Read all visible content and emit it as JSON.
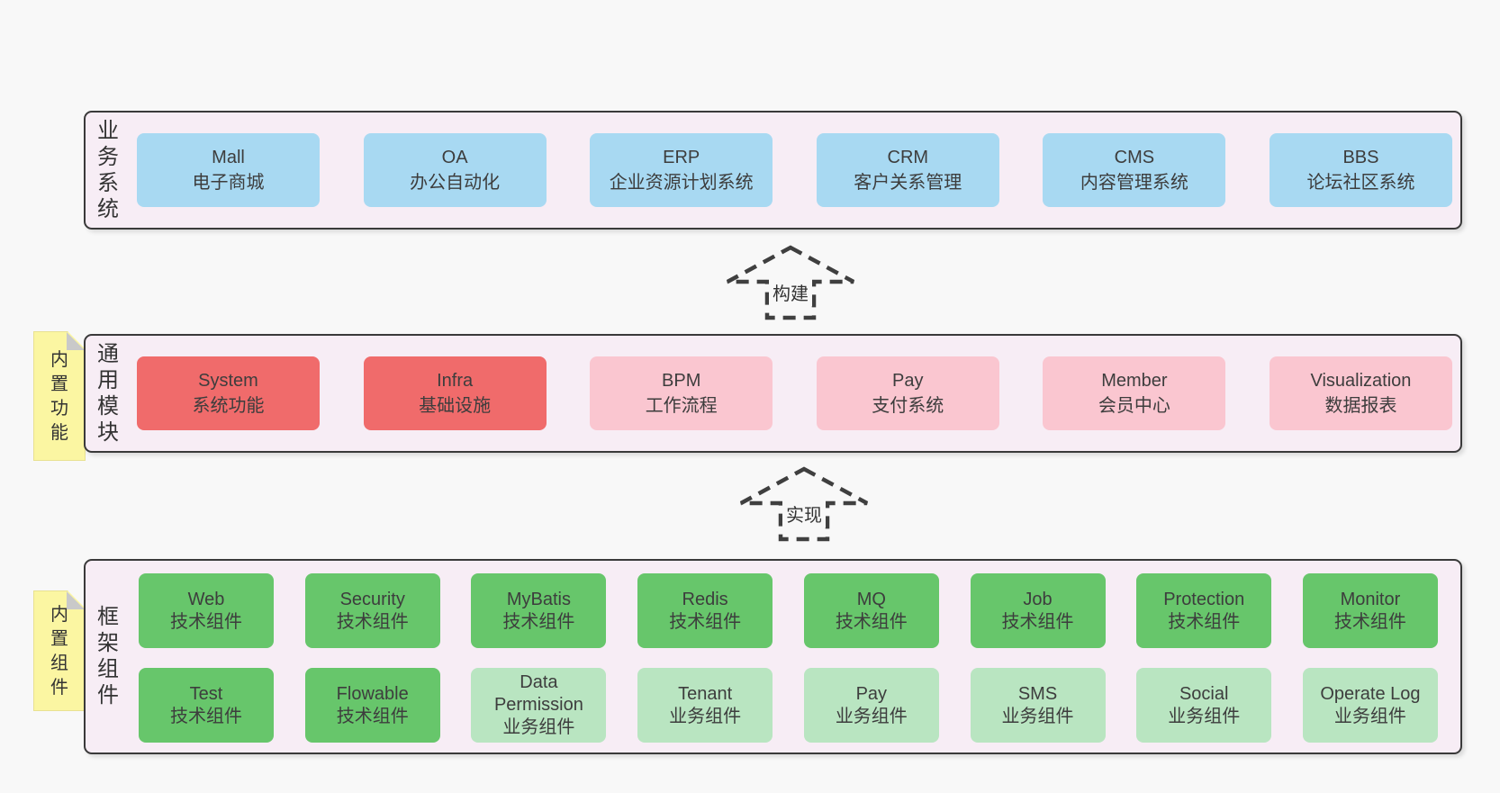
{
  "colors": {
    "page_bg": "#f8f8f8",
    "band_bg": "#f7edf5",
    "band_border": "#3a3a3a",
    "blue": "#a8d9f2",
    "red": "#f06b6b",
    "pink": "#fac6d0",
    "green": "#67c66b",
    "lightgreen": "#b9e5c1",
    "note_bg": "#fbf6a2",
    "note_fold": "#c9c9c9",
    "text": "#3d3d3d"
  },
  "arrows": [
    {
      "label": "构建"
    },
    {
      "label": "实现"
    }
  ],
  "bands": [
    {
      "name": "business-systems",
      "vertical_label": "业务系统",
      "rows": [
        [
          {
            "title": "Mall",
            "subtitle": "电子商城",
            "variant": "blue"
          },
          {
            "title": "OA",
            "subtitle": "办公自动化",
            "variant": "blue"
          },
          {
            "title": "ERP",
            "subtitle": "企业资源计划系统",
            "variant": "blue"
          },
          {
            "title": "CRM",
            "subtitle": "客户关系管理",
            "variant": "blue"
          },
          {
            "title": "CMS",
            "subtitle": "内容管理系统",
            "variant": "blue"
          },
          {
            "title": "BBS",
            "subtitle": "论坛社区系统",
            "variant": "blue"
          }
        ]
      ]
    },
    {
      "name": "common-modules",
      "vertical_label": "通用模块",
      "note": "内置功能",
      "rows": [
        [
          {
            "title": "System",
            "subtitle": "系统功能",
            "variant": "red"
          },
          {
            "title": "Infra",
            "subtitle": "基础设施",
            "variant": "red"
          },
          {
            "title": "BPM",
            "subtitle": "工作流程",
            "variant": "pink"
          },
          {
            "title": "Pay",
            "subtitle": "支付系统",
            "variant": "pink"
          },
          {
            "title": "Member",
            "subtitle": "会员中心",
            "variant": "pink"
          },
          {
            "title": "Visualization",
            "subtitle": "数据报表",
            "variant": "pink"
          }
        ]
      ]
    },
    {
      "name": "framework-components",
      "vertical_label": "框架组件",
      "note": "内置组件",
      "rows": [
        [
          {
            "title": "Web",
            "subtitle": "技术组件",
            "variant": "green"
          },
          {
            "title": "Security",
            "subtitle": "技术组件",
            "variant": "green"
          },
          {
            "title": "MyBatis",
            "subtitle": "技术组件",
            "variant": "green"
          },
          {
            "title": "Redis",
            "subtitle": "技术组件",
            "variant": "green"
          },
          {
            "title": "MQ",
            "subtitle": "技术组件",
            "variant": "green"
          },
          {
            "title": "Job",
            "subtitle": "技术组件",
            "variant": "green"
          },
          {
            "title": "Protection",
            "subtitle": "技术组件",
            "variant": "green"
          },
          {
            "title": "Monitor",
            "subtitle": "技术组件",
            "variant": "green"
          }
        ],
        [
          {
            "title": "Test",
            "subtitle": "技术组件",
            "variant": "green"
          },
          {
            "title": "Flowable",
            "subtitle": "技术组件",
            "variant": "green"
          },
          {
            "title": "Data Permission",
            "subtitle": "业务组件",
            "variant": "lightgreen"
          },
          {
            "title": "Tenant",
            "subtitle": "业务组件",
            "variant": "lightgreen"
          },
          {
            "title": "Pay",
            "subtitle": "业务组件",
            "variant": "lightgreen"
          },
          {
            "title": "SMS",
            "subtitle": "业务组件",
            "variant": "lightgreen"
          },
          {
            "title": "Social",
            "subtitle": "业务组件",
            "variant": "lightgreen"
          },
          {
            "title": "Operate Log",
            "subtitle": "业务组件",
            "variant": "lightgreen"
          }
        ]
      ]
    }
  ]
}
